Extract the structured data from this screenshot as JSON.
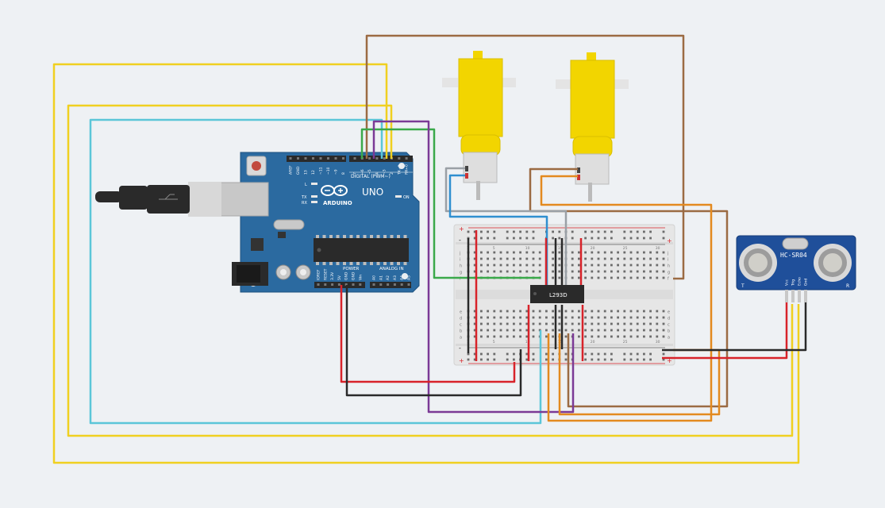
{
  "arduino": {
    "brand": "ARDUINO",
    "model": "UNO",
    "digital_header": "DIGITAL (PWM~)",
    "power_label": "POWER",
    "analog_label": "ANALOG IN",
    "on_label": "ON",
    "l_label": "L",
    "tx_label": "TX",
    "rx_label": "RX",
    "digital_pins": [
      "AREF",
      "GND",
      "13",
      "12",
      "~11",
      "~10",
      "~9",
      "8",
      "7",
      "~6",
      "~5",
      "4",
      "~3",
      "2",
      "TX➝1",
      "RX←0"
    ],
    "power_pins": [
      "IOREF",
      "RESET",
      "3.3V",
      "5V",
      "GND",
      "GND",
      "Vin"
    ],
    "analog_pins": [
      "A0",
      "A1",
      "A2",
      "A3",
      "A4",
      "A5"
    ]
  },
  "driver_ic": {
    "label": "L293D"
  },
  "sensor": {
    "label": "HC-SR04",
    "pins": [
      "Vcc",
      "Trig",
      "Echo",
      "Gnd"
    ],
    "side_left": "T",
    "side_right": "R"
  },
  "breadboard": {
    "col_numbers": [
      "1",
      "5",
      "10",
      "15",
      "20",
      "25",
      "30"
    ],
    "row_letters_top": [
      "j",
      "i",
      "h",
      "g",
      "f"
    ],
    "row_letters_bottom": [
      "e",
      "d",
      "c",
      "b",
      "a"
    ],
    "rail_plus": "+",
    "rail_minus": "-"
  },
  "colors": {
    "background": "#eef1f4",
    "board_blue": "#2b6aa0",
    "motor_yellow": "#f2d500",
    "wire_yellow": "#f0d020",
    "wire_cyan": "#5bc6d8",
    "wire_brown": "#9b6b43",
    "wire_purple": "#7b3a96",
    "wire_green": "#3aa94a",
    "wire_orange": "#e38a1f",
    "wire_red": "#d8232a",
    "wire_black": "#2a2a2a",
    "wire_blue": "#2f8fd0",
    "wire_gray": "#9aa0a6"
  }
}
